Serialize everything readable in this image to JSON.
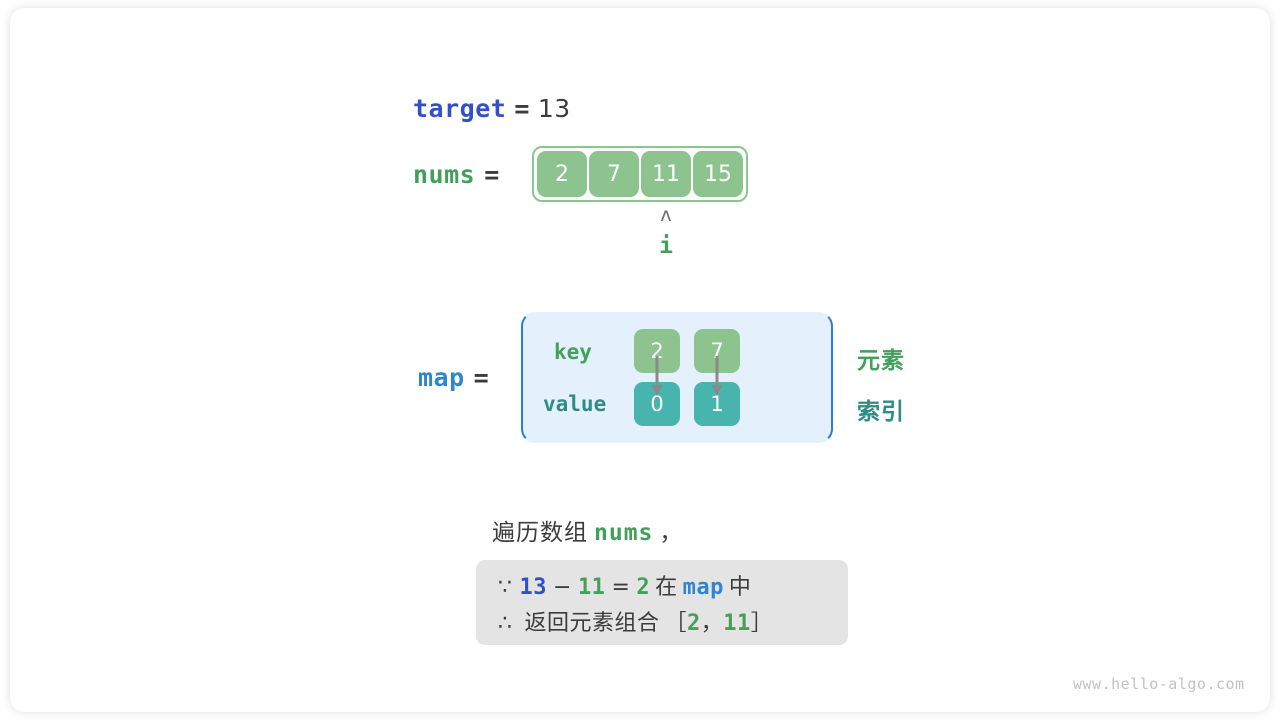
{
  "diagram": {
    "target": {
      "name": "target",
      "equals": "=",
      "value": "13"
    },
    "nums": {
      "name": "nums",
      "equals": "=",
      "cells": [
        "2",
        "7",
        "11",
        "15"
      ],
      "pointer": {
        "caret": "ʌ",
        "label": "i",
        "index": 2
      }
    },
    "map": {
      "name": "map",
      "equals": "=",
      "row_labels": {
        "key": "key",
        "value": "value"
      },
      "entries": [
        {
          "key": "2",
          "value": "0"
        },
        {
          "key": "7",
          "value": "1"
        }
      ],
      "side_labels": {
        "element": "元素",
        "index": "索引"
      }
    },
    "caption": {
      "prefix": "遍历数组",
      "code": "nums",
      "suffix": "，"
    },
    "note": {
      "line1": {
        "symbol": "∵",
        "a": "13",
        "op1": "−",
        "b": "11",
        "op2": "=",
        "c": "2",
        "zai": "在",
        "map": "map",
        "zhong": "中"
      },
      "line2": {
        "symbol": "∴",
        "text": "返回元素组合",
        "bracket_open": "［",
        "v1": "2",
        "comma": "，",
        "v2": "11",
        "bracket_close": "］"
      }
    },
    "watermark": "www.hello-algo.com"
  },
  "colors": {
    "var_blue": "#3450c8",
    "var_green": "#42a05a",
    "var_light_blue": "#2f85d0",
    "cell_green": "#8cc38e",
    "cell_teal": "#47b5ad",
    "map_fill": "#e4f0fb",
    "map_border": "#2a7fd4",
    "note_fill": "#e4e4e4",
    "text_dark": "#3c3c3c"
  }
}
